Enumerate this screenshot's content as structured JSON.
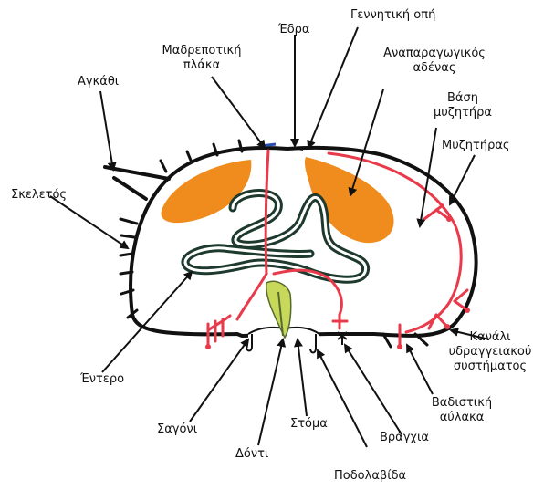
{
  "labels": {
    "gennitiki_opi": "Γεννητική οπή",
    "edra": "Έδρα",
    "madreporiki_line1": "Μαδρεποτική",
    "madreporiki_line2": "πλάκα",
    "anaparagogikos_line1": "Αναπαραγωγικός",
    "anaparagogikos_line2": "αδένας",
    "vasi_line1": "Βάση",
    "vasi_line2": "μυζητήρα",
    "myzitiras": "Μυζητήρας",
    "agkathi": "Αγκάθι",
    "skeletos": "Σκελετός",
    "kanali_line1": "Κανάλι",
    "kanali_line2": "υδραγγειακού",
    "kanali_line3": "συστήματος",
    "entero": "Έντερο",
    "sagoni": "Σαγόνι",
    "donti": "Δόντι",
    "stoma": "Στόμα",
    "vragxia": "Βράγχια",
    "vadistiki_line1": "Βαδιστική",
    "vadistiki_line2": "αύλακα",
    "podolavida": "Ποδολαβίδα"
  },
  "colors": {
    "gonad": "#f08c1e",
    "water_vascular": "#e83a4a",
    "intestine": "#1e3a2e",
    "jaw": "#c8d85a",
    "outline": "#111111"
  }
}
